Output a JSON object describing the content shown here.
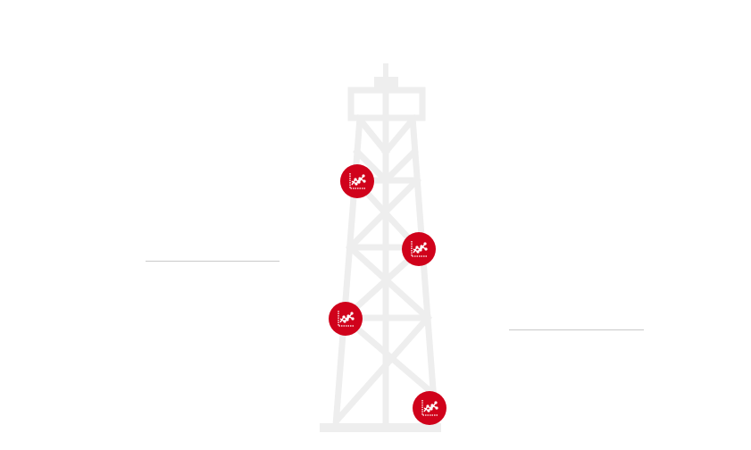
{
  "diagram": {
    "structure": "oil-derrick",
    "colors": {
      "structure": "#eeeeee",
      "marker": "#d0021b",
      "marker_icon": "#ffffff",
      "connector": "#c9c9c9"
    },
    "markers": [
      {
        "id": "marker-1",
        "icon": "chart-analytics-icon"
      },
      {
        "id": "marker-2",
        "icon": "chart-analytics-icon"
      },
      {
        "id": "marker-3",
        "icon": "chart-analytics-icon"
      },
      {
        "id": "marker-4",
        "icon": "chart-analytics-icon"
      }
    ]
  }
}
